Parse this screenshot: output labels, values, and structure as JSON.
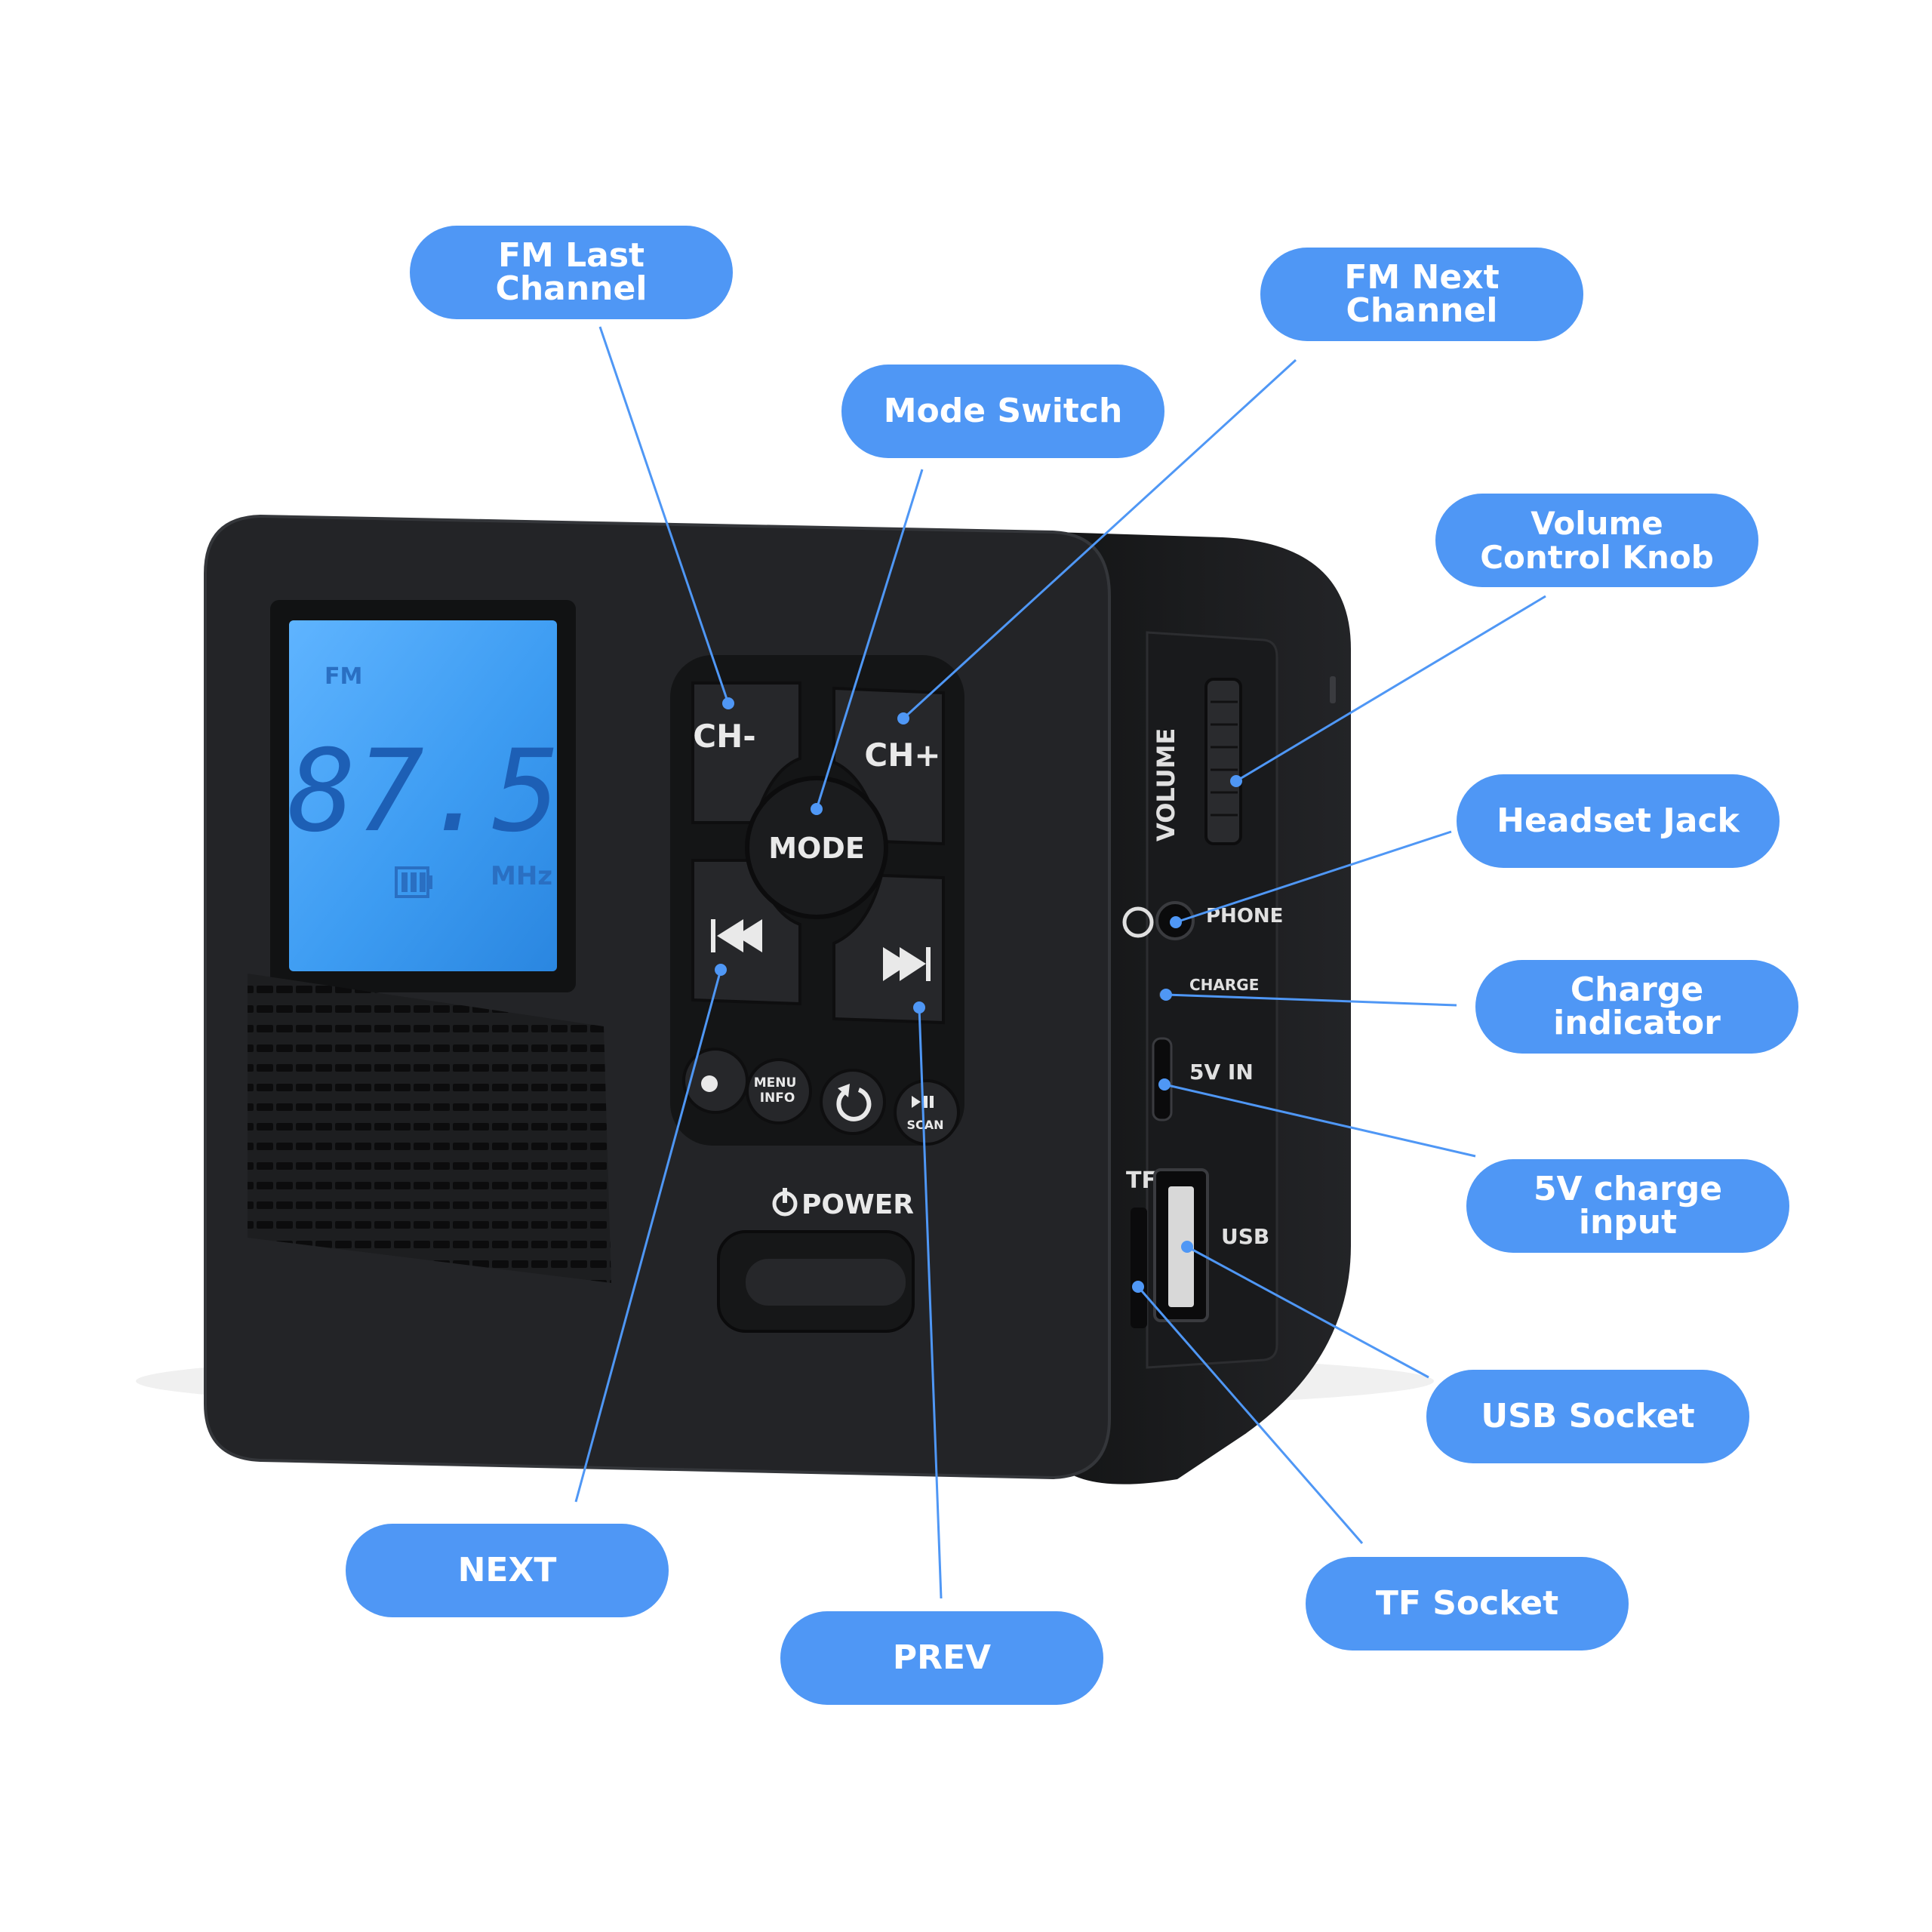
{
  "callouts": {
    "fm_last_channel": "FM Last Channel",
    "fm_next_channel": "FM Next Channel",
    "mode_switch": "Mode Switch",
    "volume_control_knob": "Volume\nControl Knob",
    "headset_jack": "Headset Jack",
    "charge_indicator": "Charge indicator",
    "charge_input_5v": "5V charge input",
    "usb_socket": "USB Socket",
    "tf_socket": "TF Socket",
    "next": "NEXT",
    "prev": "PREV"
  },
  "device": {
    "display": {
      "band": "FM",
      "frequency": "87.5",
      "unit": "MHz"
    },
    "buttons": {
      "ch_minus": "CH-",
      "ch_plus": "CH+",
      "mode": "MODE",
      "menu_info": "MENU\nINFO",
      "scan": "SCAN",
      "power": "POWER"
    },
    "side_labels": {
      "volume": "VOLUME",
      "phone": "PHONE",
      "charge": "CHARGE",
      "five_v_in": "5V IN",
      "tf": "TF",
      "usb": "USB"
    }
  },
  "colors": {
    "callout": "#4f97f5",
    "body": "#1e1f21",
    "lcd": "#3d9cf2"
  }
}
